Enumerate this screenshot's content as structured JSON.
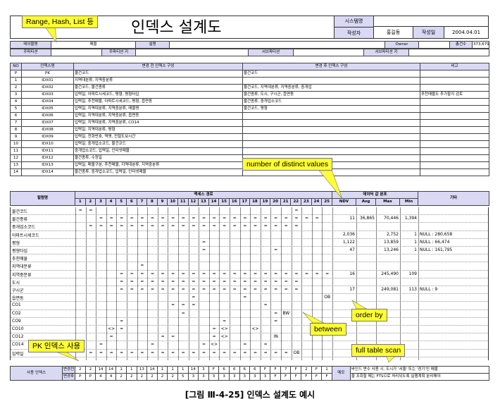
{
  "header": {
    "title": "인덱스 설계도",
    "system_label": "시스템명",
    "system_value": "",
    "author_label": "작성자",
    "author_value": "홍길동",
    "date_label": "작성일",
    "date_value": "2004.04.01"
  },
  "info": {
    "table_label": "테이블명",
    "table_value": "매물",
    "desc_label": "설명",
    "desc_value": "",
    "owner_label": "Owner",
    "owner_value": "",
    "rows_label": "총건수",
    "rows_value": "373,679",
    "partition_label": "주파티션",
    "partition_value": "",
    "partition_key_label": "주파티션 키",
    "partition_key_value": "",
    "subpart_label": "서브파티션",
    "subpart_value": "",
    "subpart_key_label": "서브파티션 키",
    "subpart_key_value": ""
  },
  "index_table": {
    "headers": [
      "NO",
      "인덱스명",
      "변경 전 인덱스 구성",
      "변경 후 인덱스 구성",
      "비고"
    ],
    "rows": [
      [
        "P",
        "PK",
        "물건코드",
        "물건코드",
        ""
      ],
      [
        "1",
        "IDX01",
        "지역대분류, 지역중분류",
        "",
        ""
      ],
      [
        "2",
        "IDX02",
        "물건코드, 물건종류",
        "물건코드, 지역대분류, 지역중분류, 중개업",
        "",
        ""
      ],
      [
        "3",
        "IDX03",
        "입력일, 아파트시세코드, 평형, 평형타입",
        "물건종류, 도시, 구시군, 읍면동",
        "추천매물도 추가할지 검토"
      ],
      [
        "4",
        "IDX04",
        "입력일, 추천매물, 아파트시세코드, 평형, 읍면동",
        "물건종류, 중개업소코드",
        ""
      ],
      [
        "5",
        "IDX05",
        "입력일, 지역대분류, 지역중분류, 매물명",
        "물건코드, 평형",
        ""
      ],
      [
        "6",
        "IDX06",
        "입력일, 지역대분류, 지역중분류, 읍면동",
        "",
        ""
      ],
      [
        "7",
        "IDX07",
        "입력일, 지역대분류, 지역중분류, CO14",
        "",
        ""
      ],
      [
        "8",
        "IDX08",
        "입력일, 지역대분류, 평형",
        "",
        ""
      ],
      [
        "9",
        "IDX09",
        "입력일, 전화번호, 역명, 전철도보시간",
        "",
        ""
      ],
      [
        "10",
        "IDX10",
        "입력일, 중개업소코드, 물건코드",
        "",
        ""
      ],
      [
        "11",
        "IDX11",
        "중개업소코드, 입력일, 인터넷매물",
        "",
        ""
      ],
      [
        "12",
        "IDX12",
        "물건종류, 수정일",
        "",
        ""
      ],
      [
        "13",
        "IDX13",
        "입력일, 매물구분, 추천매물, 지역대분류, 지역중분류",
        "",
        ""
      ],
      [
        "14",
        "IDX14",
        "물건종류, 중개업소코드, 입력일, 인터넷매물",
        "",
        ""
      ]
    ]
  },
  "access": {
    "col_header": "컬럼명",
    "path_header": "액세스 경로",
    "dist_header": "데이터 값 분포",
    "etc_header": "기타",
    "path_nums": [
      "1",
      "2",
      "3",
      "4",
      "5",
      "6",
      "7",
      "8",
      "9",
      "10",
      "11",
      "12",
      "13",
      "14",
      "15",
      "16",
      "17",
      "18",
      "19",
      "20",
      "21",
      "22",
      "23",
      "24",
      "25"
    ],
    "dist_cols": [
      "NDV",
      "Avg",
      "Max",
      "Min"
    ],
    "columns": [
      "물건코드",
      "물건종류",
      "중개업소코드",
      "아파트시세코드",
      "평형",
      "평형타입",
      "추천매물",
      "지역대분류",
      "지역중분류",
      "도시",
      "구시군",
      "읍면동",
      "CO1",
      "CO2",
      "CO9",
      "CO10",
      "CO12",
      "CO14",
      "입력일"
    ],
    "marks": [
      [
        [
          "1",
          "="
        ],
        [
          "2",
          "="
        ],
        [
          "22",
          "="
        ]
      ],
      [
        [
          "3",
          "="
        ],
        [
          "4",
          "="
        ],
        [
          "5",
          "="
        ],
        [
          "6",
          "="
        ],
        [
          "7",
          "="
        ],
        [
          "8",
          "="
        ],
        [
          "9",
          "="
        ],
        [
          "10",
          "="
        ],
        [
          "11",
          "="
        ],
        [
          "12",
          "="
        ],
        [
          "13",
          "="
        ],
        [
          "14",
          "="
        ],
        [
          "15",
          "="
        ],
        [
          "16",
          "="
        ],
        [
          "17",
          "="
        ],
        [
          "18",
          "="
        ],
        [
          "19",
          "="
        ],
        [
          "20",
          "="
        ],
        [
          "21",
          "="
        ],
        [
          "22",
          "="
        ],
        [
          "23",
          "="
        ],
        [
          "24",
          "="
        ]
      ],
      [
        [
          "2",
          "="
        ],
        [
          "3",
          "="
        ],
        [
          "4",
          "="
        ],
        [
          "5",
          "="
        ],
        [
          "6",
          "="
        ],
        [
          "7",
          "="
        ],
        [
          "8",
          "="
        ],
        [
          "9",
          "="
        ],
        [
          "10",
          "="
        ],
        [
          "11",
          "="
        ],
        [
          "12",
          "="
        ],
        [
          "13",
          "="
        ],
        [
          "14",
          "="
        ],
        [
          "15",
          "="
        ],
        [
          "16",
          "="
        ],
        [
          "17",
          "="
        ],
        [
          "18",
          "="
        ],
        [
          "19",
          "="
        ],
        [
          "20",
          "="
        ],
        [
          "21",
          "="
        ],
        [
          "22",
          "="
        ]
      ],
      [],
      [
        [
          "13",
          "="
        ]
      ],
      [
        [
          "13",
          "="
        ],
        [
          "20",
          "="
        ]
      ],
      [],
      [
        [
          "7",
          "="
        ]
      ],
      [
        [
          "5",
          "="
        ],
        [
          "6",
          "="
        ],
        [
          "7",
          "="
        ],
        [
          "8",
          "="
        ],
        [
          "9",
          "="
        ],
        [
          "10",
          "="
        ],
        [
          "11",
          "="
        ],
        [
          "12",
          "="
        ],
        [
          "13",
          "="
        ],
        [
          "14",
          "="
        ],
        [
          "15",
          "="
        ],
        [
          "16",
          "="
        ],
        [
          "17",
          "="
        ],
        [
          "18",
          "="
        ],
        [
          "19",
          "="
        ],
        [
          "20",
          "="
        ],
        [
          "21",
          "="
        ],
        [
          "22",
          "="
        ],
        [
          "23",
          "="
        ],
        [
          "24",
          "="
        ],
        [
          "25",
          "="
        ]
      ],
      [
        [
          "5",
          "="
        ],
        [
          "6",
          "="
        ],
        [
          "7",
          "="
        ],
        [
          "8",
          "="
        ],
        [
          "9",
          "="
        ],
        [
          "10",
          "="
        ],
        [
          "11",
          "="
        ],
        [
          "12",
          "="
        ],
        [
          "13",
          "="
        ],
        [
          "14",
          "="
        ],
        [
          "15",
          "="
        ],
        [
          "16",
          "="
        ],
        [
          "17",
          "="
        ],
        [
          "18",
          "="
        ],
        [
          "19",
          "="
        ],
        [
          "20",
          "="
        ],
        [
          "21",
          "="
        ],
        [
          "22",
          "="
        ]
      ],
      [
        [
          "5",
          "="
        ],
        [
          "6",
          "="
        ],
        [
          "7",
          "="
        ],
        [
          "8",
          "="
        ],
        [
          "9",
          "="
        ],
        [
          "10",
          "="
        ],
        [
          "11",
          "="
        ],
        [
          "12",
          "="
        ],
        [
          "13",
          "="
        ],
        [
          "14",
          "="
        ],
        [
          "15",
          "="
        ],
        [
          "16",
          "="
        ],
        [
          "17",
          "="
        ],
        [
          "18",
          "="
        ],
        [
          "19",
          "="
        ],
        [
          "20",
          "="
        ],
        [
          "21",
          "="
        ],
        [
          "22",
          "="
        ]
      ],
      [
        [
          "12",
          "="
        ],
        [
          "17",
          "="
        ],
        [
          "25",
          "OB"
        ]
      ],
      [
        [
          "10",
          "="
        ],
        [
          "11",
          "="
        ],
        [
          "12",
          "="
        ],
        [
          "19",
          "="
        ]
      ],
      [
        [
          "11",
          "="
        ],
        [
          "20",
          "="
        ],
        [
          "21",
          "BW"
        ]
      ],
      [
        [
          "5",
          "="
        ],
        [
          "15",
          "="
        ],
        [
          "20",
          "="
        ]
      ],
      [
        [
          "4",
          "<>"
        ],
        [
          "5",
          "="
        ],
        [
          "14",
          "="
        ],
        [
          "15",
          "<>"
        ],
        [
          "18",
          "<>"
        ]
      ],
      [
        [
          "4",
          "="
        ],
        [
          "9",
          "="
        ],
        [
          "10",
          "="
        ],
        [
          "14",
          "="
        ],
        [
          "15",
          "<>"
        ],
        [
          "20",
          "IN"
        ]
      ],
      [
        [
          "3",
          "="
        ],
        [
          "8",
          "="
        ],
        [
          "13",
          "="
        ],
        [
          "14",
          "<>"
        ],
        [
          "17",
          "="
        ],
        [
          "19",
          "="
        ]
      ],
      [
        [
          "2",
          "="
        ],
        [
          "3",
          "="
        ],
        [
          "4",
          "="
        ],
        [
          "5",
          "="
        ],
        [
          "6",
          "="
        ],
        [
          "7",
          "="
        ],
        [
          "8",
          "="
        ],
        [
          "9",
          "="
        ],
        [
          "10",
          "="
        ],
        [
          "11",
          "="
        ],
        [
          "12",
          "="
        ],
        [
          "13",
          "="
        ],
        [
          "14",
          "="
        ],
        [
          "15",
          "="
        ],
        [
          "16",
          "="
        ],
        [
          "17",
          "="
        ],
        [
          "18",
          "="
        ],
        [
          "19",
          "="
        ],
        [
          "20",
          "="
        ],
        [
          "21",
          "="
        ],
        [
          "22",
          "OB"
        ]
      ]
    ],
    "dist": [
      [
        "",
        "",
        "",
        ""
      ],
      [
        "11",
        "36,865",
        "70,446",
        "1,394"
      ],
      [
        "",
        "",
        "",
        ""
      ],
      [
        "2,036",
        "",
        "2,752",
        "1"
      ],
      [
        "1,122",
        "",
        "13,859",
        "1"
      ],
      [
        "47",
        "",
        "13,246",
        "1"
      ],
      [
        "",
        "",
        "",
        ""
      ],
      [
        "",
        "",
        "",
        ""
      ],
      [
        "16",
        "",
        "245,490",
        "109"
      ],
      [
        "",
        "",
        "",
        ""
      ],
      [
        "17",
        "",
        "249,081",
        "113"
      ],
      [
        "",
        "",
        "",
        ""
      ],
      [
        "",
        "",
        "",
        ""
      ],
      [
        "",
        "",
        "",
        ""
      ],
      [
        "",
        "",
        "",
        ""
      ],
      [
        "",
        "",
        "",
        ""
      ],
      [
        "",
        "",
        "",
        ""
      ],
      [
        "",
        "",
        "",
        ""
      ],
      [
        "",
        "",
        "",
        ""
      ]
    ],
    "etc": [
      "",
      "",
      "",
      "NULL : 280,658",
      "NULL : 66,474",
      "NULL : 161,795",
      "",
      "",
      "",
      "",
      "NULL : 9",
      "",
      "",
      "",
      "",
      "",
      "",
      "",
      ""
    ],
    "usage_label": "사용 인덱스",
    "before_label": "변경전",
    "after_label": "변경후",
    "before_vals": [
      "2",
      "2",
      "14",
      "14",
      "1",
      "1",
      "13",
      "14",
      "1",
      "1",
      "1",
      "14",
      "3",
      "F",
      "6",
      "6",
      "6",
      "6",
      "F",
      "F",
      "7",
      "F",
      "2",
      "F",
      "1"
    ],
    "after_vals": [
      "P",
      "P",
      "4",
      "4",
      "2",
      "2",
      "2",
      "2",
      "2",
      "2",
      "5",
      "3",
      "3",
      "3",
      "3",
      "3",
      "3",
      "3",
      "3",
      "F",
      "F",
      "F",
      "F",
      "F",
      "F"
    ],
    "memo_label": "메모",
    "memo_text_1": "바인드 변수 사용 시, 도시가 '서울' 또는 '경기'인 매물",
    "memo_text_2": "을 조회할 때는 FTS으로 처리되도록 실행계획 분리해야"
  },
  "callouts": {
    "range": "Range, Hash, List 등",
    "ndv": "number of distinct values",
    "orderby": "order by",
    "between": "between",
    "pk": "PK 인덱스 사용",
    "fts": "full table scan"
  },
  "caption": "[그림 Ⅲ-4-25] 인덱스 설계도 예시",
  "colors": {
    "header_bg": "#d9d9f4",
    "callout_bg": "#ffff33"
  }
}
